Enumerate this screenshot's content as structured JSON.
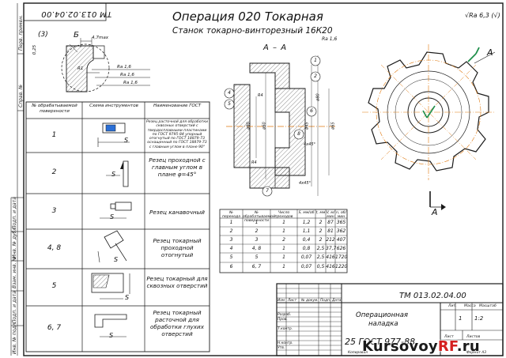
{
  "title": "Операция 020 Токарная",
  "subtitle": "Станок токарно-винторезный 16К20",
  "doc_code_top": "ТМ 013.02.04.00",
  "roughness": "√Ra 6,3 (√)",
  "section_label": "А – А",
  "section_mark": "Ra 1,6",
  "view_label": "Б",
  "detail_num": "(3)",
  "arrow_label_right": "А",
  "arrow_label_bottom": "А",
  "detail_dims": [
    "4,7max",
    "R1",
    "Ra 1,6",
    "Ra 1,6",
    "Ra 1,6",
    "0,25"
  ],
  "section_dims": [
    "R4",
    "R4",
    "ø80",
    "ø60",
    "ø65",
    "ø45",
    "4x45°",
    "4x45°",
    "ø80"
  ],
  "section_callouts": [
    "1",
    "2",
    "4",
    "5",
    "6",
    "8",
    "7"
  ],
  "tool_table": {
    "headers": [
      "№ обрабатываемой поверхности",
      "Схема инструментов",
      "Наименование ГОСТ"
    ],
    "rows": [
      {
        "num": "1",
        "name": "Резец расточной для обработки сквозных отверстий с твердосплавными пластинами по ГОСТ 9795-84 упорный отогнутый по ГОСТ 18879-73 оснащенный по ГОСТ 18879-73 с главным углом в плане 90°"
      },
      {
        "num": "2",
        "name": "Резец проходной с главным углом в плане φ=45°"
      },
      {
        "num": "3",
        "name": "Резец канавочный"
      },
      {
        "num": "4, 8",
        "name": "Резец токарный проходной отогнутый"
      },
      {
        "num": "5",
        "name": "Резец токарный для сквозных отверстий"
      },
      {
        "num": "6, 7",
        "name": "Резец токарный расточной для обработки глухих отверстий"
      }
    ],
    "scheme_label": "S"
  },
  "params_table": {
    "headers": [
      "№ перехода",
      "№ обрабатываемой поверхности",
      "Число проходов",
      "S, мм/об",
      "t, мм",
      "V, м/мин",
      "n, об/мин"
    ],
    "rows": [
      [
        "1",
        "1",
        "1",
        "1,2",
        "2",
        "87",
        "365"
      ],
      [
        "2",
        "2",
        "1",
        "1,1",
        "2",
        "81",
        "362"
      ],
      [
        "3",
        "3",
        "2",
        "0,4",
        "2",
        "212",
        "407"
      ],
      [
        "4",
        "4, 8",
        "1",
        "0,8",
        "2,5",
        "37,7",
        "626"
      ],
      [
        "5",
        "5",
        "1",
        "0,07",
        "2,5",
        "416",
        "1720"
      ],
      [
        "6",
        "6, 7",
        "1",
        "0,07",
        "0,5",
        "416",
        "1220"
      ]
    ]
  },
  "title_block": {
    "doc_code": "ТМ 013.02.04.00",
    "name_line1": "Операционная",
    "name_line2": "наладка",
    "gost": "25 ГОСТ 977-88",
    "col_labels": [
      "Изм",
      "Лист",
      "№ докум.",
      "Подп.",
      "Дата"
    ],
    "role_labels": [
      "Разраб.",
      "Пров.",
      "Т.контр.",
      "Н.контр.",
      "Утв."
    ],
    "lit_label": "Лит.",
    "mass_label": "Масса",
    "scale_label": "Масштаб",
    "sheet_label": "Лист",
    "sheets_label": "Листов",
    "sheet_num": "1",
    "scale_value": "1:2",
    "copied": "Копировал",
    "format": "Формат А3"
  },
  "left_strip": [
    "Перв. примен.",
    "Справ. №",
    "Подп. и дата",
    "Инв. № дубл.",
    "Взам. инв. №",
    "Подп. и дата",
    "Инв. № подл."
  ],
  "watermark": {
    "part1": "Kursovoy",
    "part2": "RF",
    "part3": ".ru"
  },
  "colors": {
    "line": "#1a1a1a",
    "axis": "#e07a10",
    "accent": "#1e8e4a",
    "brand": "#d42020"
  }
}
